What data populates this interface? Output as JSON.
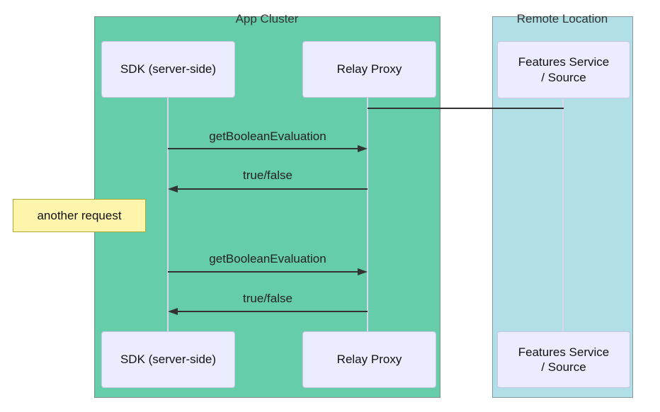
{
  "clusters": {
    "app": {
      "label": "App Cluster",
      "fill": "#66cdaa"
    },
    "remote": {
      "label": "Remote Location",
      "fill": "#b0e0e6"
    }
  },
  "actors": {
    "sdk": {
      "label": "SDK (server-side)",
      "fill": "#ececff"
    },
    "relay": {
      "label": "Relay Proxy",
      "fill": "#ececff"
    },
    "features": {
      "label": "Features Service\n/ Source",
      "fill": "#ececff"
    }
  },
  "connector": {
    "from": "relay",
    "to": "features",
    "arrow": "none"
  },
  "messages": [
    {
      "label": "getBooleanEvaluation",
      "from": "sdk",
      "to": "relay",
      "arrow": "filled-right"
    },
    {
      "label": "true/false",
      "from": "relay",
      "to": "sdk",
      "arrow": "filled-left"
    },
    {
      "label": "getBooleanEvaluation",
      "from": "sdk",
      "to": "relay",
      "arrow": "filled-right"
    },
    {
      "label": "true/false",
      "from": "relay",
      "to": "sdk",
      "arrow": "filled-left"
    }
  ],
  "note": {
    "label": "another request",
    "fill": "#fff5ad",
    "border": "#aaaa33"
  },
  "colors": {
    "line": "#333333",
    "lifeline": "#d9d5ee",
    "text": "#222222"
  }
}
